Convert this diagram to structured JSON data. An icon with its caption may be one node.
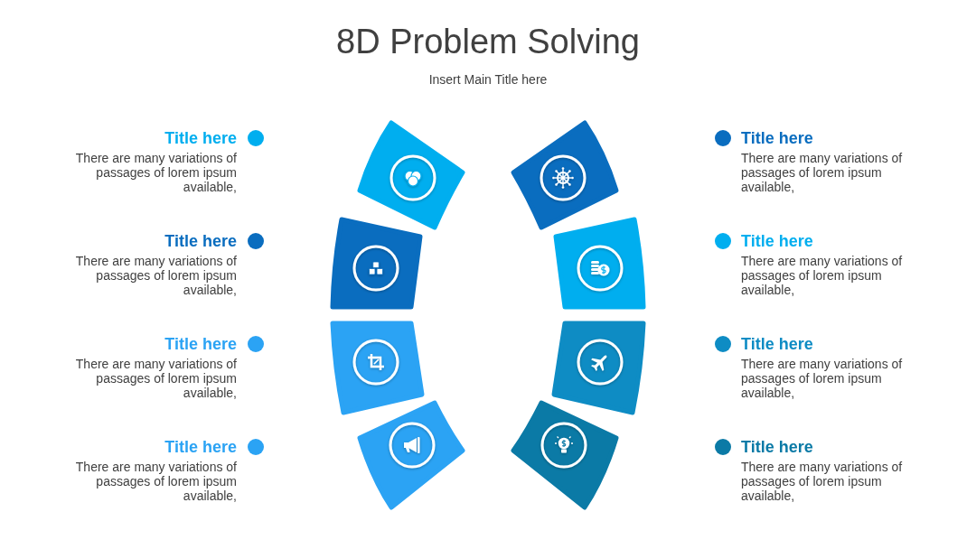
{
  "diagram": {
    "title": "8D Problem Solving",
    "nodes": [
      {
        "text": [],
        "shape": "box",
        "beside": [
          "Title here",
          "There are many variations of passages of lorem ipsum available,"
        ]
      },
      {
        "text": [],
        "shape": "box",
        "beside": [
          "Title here",
          "There are many variations of passages of lorem ipsum available,"
        ]
      },
      {
        "text": [],
        "shape": "box",
        "beside": [
          "Title here",
          "There are many variations of passages of lorem ipsum available,"
        ]
      },
      {
        "text": [],
        "shape": "box",
        "beside": [
          "Title here",
          "There are many variations of passages of lorem ipsum available,"
        ]
      },
      {
        "text": [],
        "shape": "box",
        "beside": [
          "Title here",
          "There are many variations of passages of lorem ipsum available,"
        ]
      },
      {
        "text": [],
        "shape": "box",
        "beside": [
          "Title here",
          "There are many variations of passages of lorem ipsum available,"
        ]
      },
      {
        "text": [],
        "shape": "box",
        "beside": [
          "Title here",
          "There are many variations of passages of lorem ipsum available,"
        ]
      },
      {
        "text": [],
        "shape": "box",
        "beside": [
          "Title here",
          "There are many variations of passages of lorem ipsum available,"
        ]
      }
    ],
    "labels": [
      "Insert Main Title here"
    ]
  }
}
